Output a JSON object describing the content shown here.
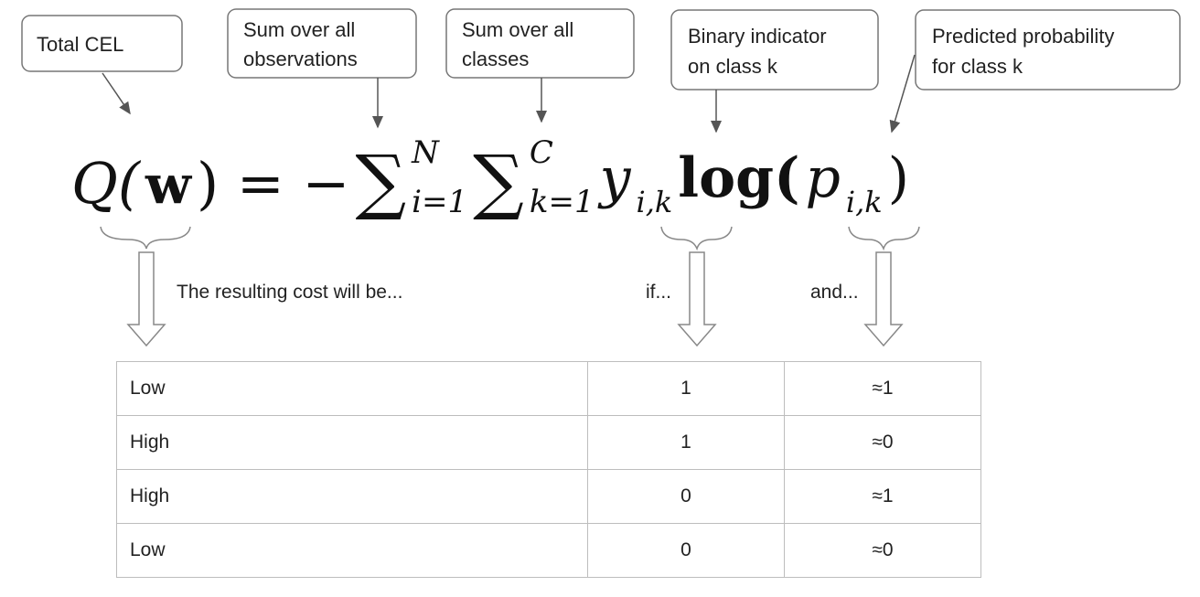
{
  "callouts": {
    "total": "Total CEL",
    "obs_line1": "Sum over all",
    "obs_line2": "observations",
    "cls_line1": "Sum over all",
    "cls_line2": "classes",
    "bin_line1": "Binary indicator",
    "bin_line2": "on class k",
    "pred_line1": "Predicted probability",
    "pred_line2": "for class k"
  },
  "formula": {
    "lhs": "Q(",
    "w": "w",
    "rparen_eq": ") = −",
    "sum": "∑",
    "n_upper": "N",
    "i_lower": "i=1",
    "c_upper": "C",
    "k_lower": "k=1",
    "y": "y",
    "y_sub": "i,k",
    "log": "log(",
    "p": "p",
    "p_sub": "i,k",
    "close": ")"
  },
  "labels": {
    "cost": "The resulting cost will be...",
    "if": "if...",
    "and": "and..."
  },
  "table": {
    "rows": [
      [
        "Low",
        "1",
        "≈1"
      ],
      [
        "High",
        "1",
        "≈0"
      ],
      [
        "High",
        "0",
        "≈1"
      ],
      [
        "Low",
        "0",
        "≈0"
      ]
    ]
  }
}
